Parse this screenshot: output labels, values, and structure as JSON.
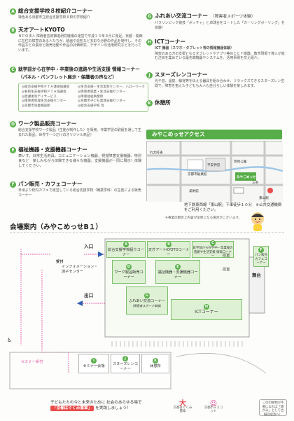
{
  "sections": {
    "A": {
      "letter": "A",
      "title": "総合支援学校８校紹介コーナー",
      "desc": "特色ある京都市立総合支援学校８校の学校紹介"
    },
    "B": {
      "letter": "B",
      "title": "天才アートKYOTO",
      "desc": "ＮＰＯ法人 障碍者芸術推進研究機構の運営で平成２３年８月に発足。京都・関西に在住の障害のある人たちが、絵画や造形など多彩な分野の作品を制作し、その作品などの展示と販売活動や作品の評価研究、デザインの活用研究などを行っています。"
    },
    "C": {
      "letter": "C",
      "title": "就学前から在学中・卒業後の進路や生活支援 情報コーナー",
      "sub": "（パネル・パンフレット展示・保護者の声など）",
      "list": [
        "◎総合支援学校ＰＴＡ連絡協議会",
        "◎生活支援・生活実習センター、ハローワーク",
        "◎各校生支援学校ＰＴＡ協議会",
        "◎障害者就業・生活支援センター",
        "◎放課後等デイサービス",
        "◎障害福祉事業所",
        "◎障害者地域生活支援センター",
        "◎京都市子ども発達支援センター",
        "◎京都市児童相談所",
        "◎総合支援学校 等"
      ]
    },
    "D": {
      "letter": "D",
      "title": "ワーク製品販売コーナー",
      "desc": "総合支援学校ワーク製品（生徒が制作した）を販売。作業学習の取組を通して生まれた製品、世界で一つだけのオリジナル商品！"
    },
    "E": {
      "letter": "E",
      "title": "福祉機器・支援機器コーナー",
      "desc": "車いす，日常生活用具，コミュニケーション機器，視覚障害支援機器，特別食など　楽しみながら体験できる様々な機器，支援機器が一同に展示！体験してください。"
    },
    "F": {
      "letter": "F",
      "title": "パン販売・カフェコーナー",
      "desc": "日頃より校内カフェで運営している総合支援学校（職業学科）の生徒による販売コーナー"
    },
    "G": {
      "letter": "G",
      "title": "ふれあい交流コーナー",
      "sub": "（障害者スポーツ体験）",
      "desc": "パラリンピック競技「ボッチャ」と卓球台をコートした「カーリングボーリング」を体験！"
    },
    "H": {
      "letter": "H",
      "title": "ICTコーナー",
      "sub2": "ICT 機器（スマホ・タブレット等の情報機器体験）",
      "desc": "障害のある方の支援となるタブレットやアプリ等のＩＣＴ機器、教育現場で導入が進む注目を集めている最先端機器やシステムを、活用事例を交え紹介。"
    },
    "J": {
      "letter": "J",
      "title": "スヌーズレンコーナー",
      "desc": "光や音、温度、触覚等を伝える器具を組み合わせ、リラックスできるスヌーズレン空間で、障害を抱えた子どもも大人も自分らしい体験を楽しみます。"
    },
    "K": {
      "letter": "K",
      "title": "休憩所"
    }
  },
  "access": {
    "title": "みやこめっせアクセス",
    "note": "地下鉄東西線「東山駅」下車徒歩１０分　※公共交通機関をご利用ください。",
    "footnote": "※事業の都合上内容が変更になる場合がございます。",
    "map_labels": [
      "平安神宮",
      "京都市勧業館",
      "みやこめっせ",
      "東山駅",
      "三条",
      "丸太町通",
      "岡崎公園",
      "美術館"
    ]
  },
  "venue": {
    "title": "会場案内（みやこめっせB１）",
    "entrance": "入口",
    "exit": "出口",
    "reception": "受付",
    "info": "インフォメーション・迷子センター",
    "seminar_reception": "セミナー受付",
    "rooms": {
      "A": "総合支援学校紹介コーナー",
      "B": "天才アートKYOTOコーナー",
      "C": "就学前から在学中・卒業後の進路や生活支援 情報コーナー",
      "D": "ワーク製品販売コーナー",
      "E": "福祉機器・支援機器コーナー",
      "F": "パン販売カフェコーナー",
      "G": "ふれあい交流コーナー",
      "G_sub": "（障害者スポーツ体験）",
      "H": "ICTコーナー",
      "I": "セミナー会場",
      "J": "スヌーズレンコーナー",
      "K": "休憩所"
    },
    "stage": "舞台",
    "waiting": "控室",
    "waiting2": "控室"
  },
  "bottom": {
    "line1": "子どもたちの今と未来のために 社会のあらゆる場で",
    "tag": "「京都はぐくみ憲章」",
    "line2": "を実践しましょう！",
    "logo1": "京都はぐくみ憲章",
    "logo2": "京都市マスコット",
    "logo3": "この印刷物が不要になれば「雑がみ」として古紙回収等へ！"
  },
  "colors": {
    "accent": "#57ad47",
    "pale": "#dff1d4",
    "pink": "#e3429a"
  }
}
